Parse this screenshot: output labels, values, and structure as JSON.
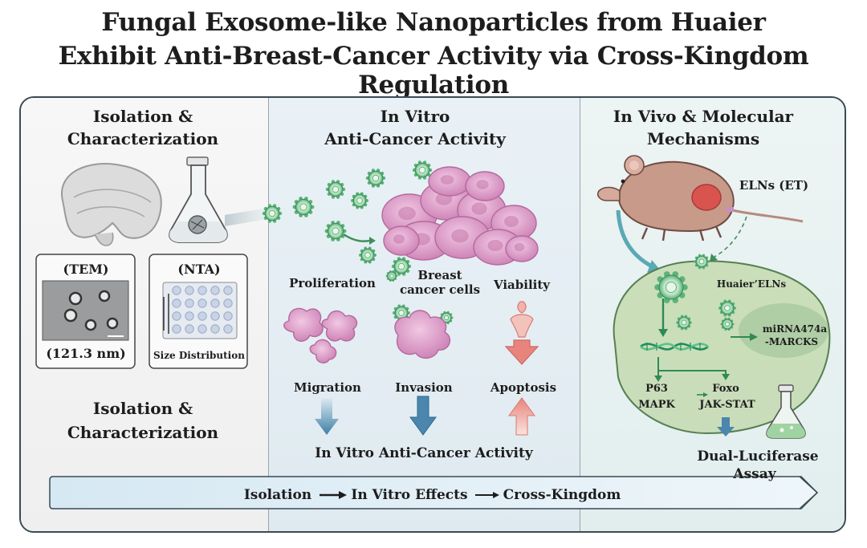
{
  "title": {
    "line1": "Fungal Exosome-like Nanoparticles from Huaier",
    "line2": "Exhibit Anti-Breast-Cancer Activity via Cross-Kingdom Regulation"
  },
  "panel1": {
    "heading": "Isolation &\nCharacterization",
    "tem_label": "(TEM)",
    "tem_size": "(121.3 nm)",
    "nta_label": "(NTA)",
    "nta_caption": "Size Distribution",
    "footer": "Isolation &\nCharacterization"
  },
  "panel2": {
    "heading": "In Vitro\nAnti-Cancer Activity",
    "proliferation": "Proliferation",
    "breast_cells": "Breast\ncancer cells",
    "viability": "Viability",
    "migration": "Migration",
    "invasion": "Invasion",
    "apoptosis": "Apoptosis",
    "footer": "In Vitro Anti-Cancer Activity"
  },
  "panel3": {
    "heading": "In Vivo & Molecular\nMechanisms",
    "elns_label": "ELNs (ET)",
    "huaier_elns": "Huaier’ELNs",
    "mirna": "miRNA474a\n-MARCKS",
    "p63": "P63",
    "mapk": "MAPK",
    "foxo": "Foxo",
    "jakstat": "JAK-STAT",
    "assay": "Dual-Luciferase\nAssay"
  },
  "flow": {
    "step1": "Isolation",
    "step2": "In Vitro Effects",
    "step3": "Cross-Kingdom"
  },
  "colors": {
    "nanoparticle": "#5bb37a",
    "cancer_cell": "#d98fbf",
    "arrow_down": "#3f7fa6",
    "arrow_up": "#e8847c",
    "tumor": "#d9534f",
    "flow_bar": "#dfeef6"
  }
}
